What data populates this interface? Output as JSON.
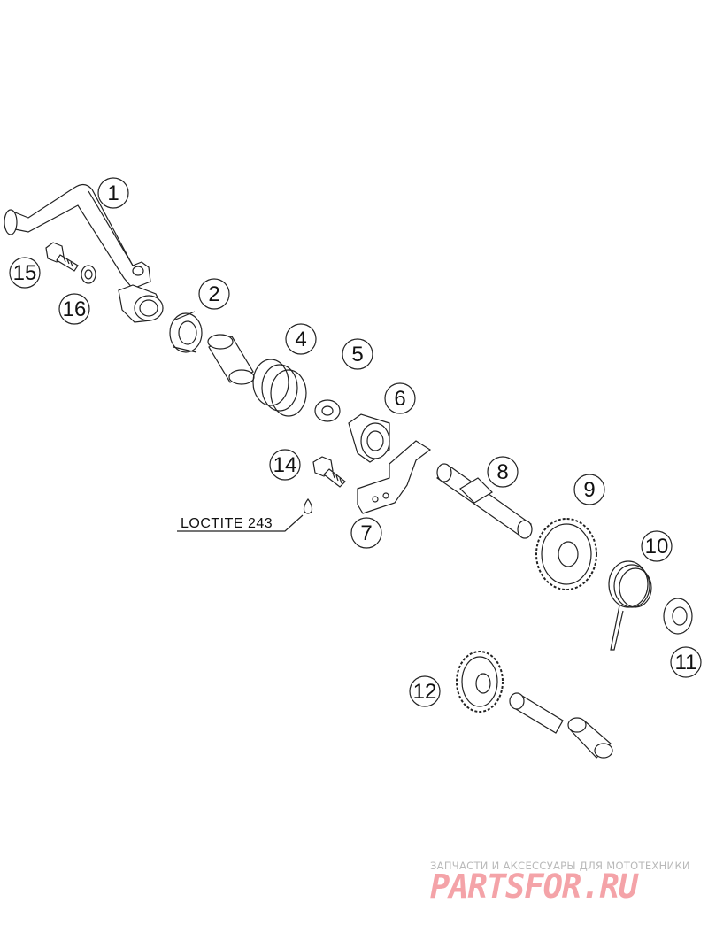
{
  "diagram": {
    "callouts": [
      "1",
      "2",
      "4",
      "5",
      "6",
      "7",
      "8",
      "9",
      "10",
      "11",
      "12",
      "14",
      "15",
      "16"
    ],
    "note": "LOCTITE 243"
  },
  "watermark": {
    "tagline": "ЗАПЧАСТИ И АКСЕССУАРЫ ДЛЯ МОТОТЕХНИКИ",
    "brand": "PARTSFOR.RU",
    "brand_color": "#f4a3a8"
  }
}
